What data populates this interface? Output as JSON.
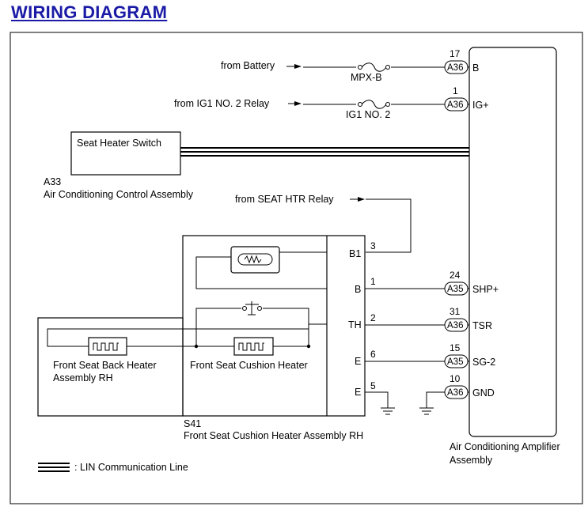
{
  "page": {
    "title": "WIRING DIAGRAM"
  },
  "sources": {
    "battery": "from Battery",
    "ig1_relay": "from IG1 NO. 2 Relay",
    "seat_htr_relay": "from SEAT HTR Relay"
  },
  "fuses": {
    "mpx_b": "MPX-B",
    "ig1_no2": "IG1 NO. 2"
  },
  "a33": {
    "switch_label": "Seat Heater Switch",
    "code": "A33",
    "name": "Air Conditioning Control Assembly"
  },
  "amplifier": {
    "name_line1": "Air Conditioning Amplifier",
    "name_line2": "Assembly",
    "pins": [
      {
        "num": "17",
        "conn": "A36",
        "term": "B"
      },
      {
        "num": "1",
        "conn": "A36",
        "term": "IG+"
      },
      {
        "num": "24",
        "conn": "A35",
        "term": "SHP+"
      },
      {
        "num": "31",
        "conn": "A36",
        "term": "TSR"
      },
      {
        "num": "15",
        "conn": "A35",
        "term": "SG-2"
      },
      {
        "num": "10",
        "conn": "A36",
        "term": "GND"
      }
    ]
  },
  "s41": {
    "code": "S41",
    "name": "Front Seat Cushion Heater Assembly RH",
    "back_heater_line1": "Front Seat Back Heater",
    "back_heater_line2": "Assembly RH",
    "cushion_heater": "Front Seat Cushion Heater",
    "terminals": [
      {
        "name": "B1",
        "num": "3"
      },
      {
        "name": "B",
        "num": "1"
      },
      {
        "name": "TH",
        "num": "2"
      },
      {
        "name": "E",
        "num": "6"
      },
      {
        "name": "E",
        "num": "5"
      }
    ]
  },
  "legend": {
    "lin_label": ": LIN Communication Line"
  }
}
